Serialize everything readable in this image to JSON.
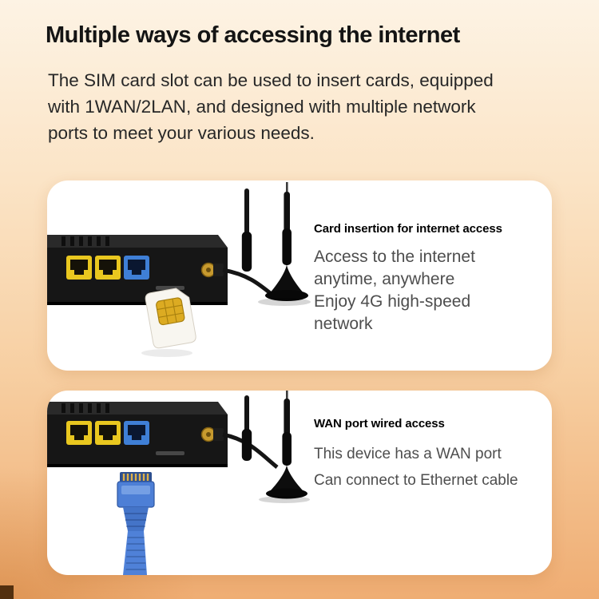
{
  "page": {
    "title": "Multiple ways of accessing the internet",
    "intro_lines": [
      "The SIM card slot can be used to insert cards, equipped",
      "with 1WAN/2LAN, and designed with multiple network",
      "ports to meet your various needs."
    ]
  },
  "cards": [
    {
      "heading": "Card insertion for internet access",
      "body_lines": [
        "Access to the internet",
        "anytime, anywhere",
        "Enjoy 4G high-speed",
        "network"
      ]
    },
    {
      "heading": "WAN port wired access",
      "body_lines": [
        "This device has a WAN port",
        "Can connect to Ethernet cable"
      ]
    }
  ],
  "illustration": {
    "lan_port_color": "#e9c71f",
    "wan_port_color": "#3f7fd6",
    "sim_gold_color": "#dcab22",
    "ethernet_cable_color": "#4f81d8",
    "router_body_color": "#161616"
  },
  "colors": {
    "background_top": "#fdf3e4",
    "background_bottom": "#efad73",
    "card_background": "#ffffff",
    "title_color": "#141414",
    "body_text_color": "#4e4e4e"
  }
}
